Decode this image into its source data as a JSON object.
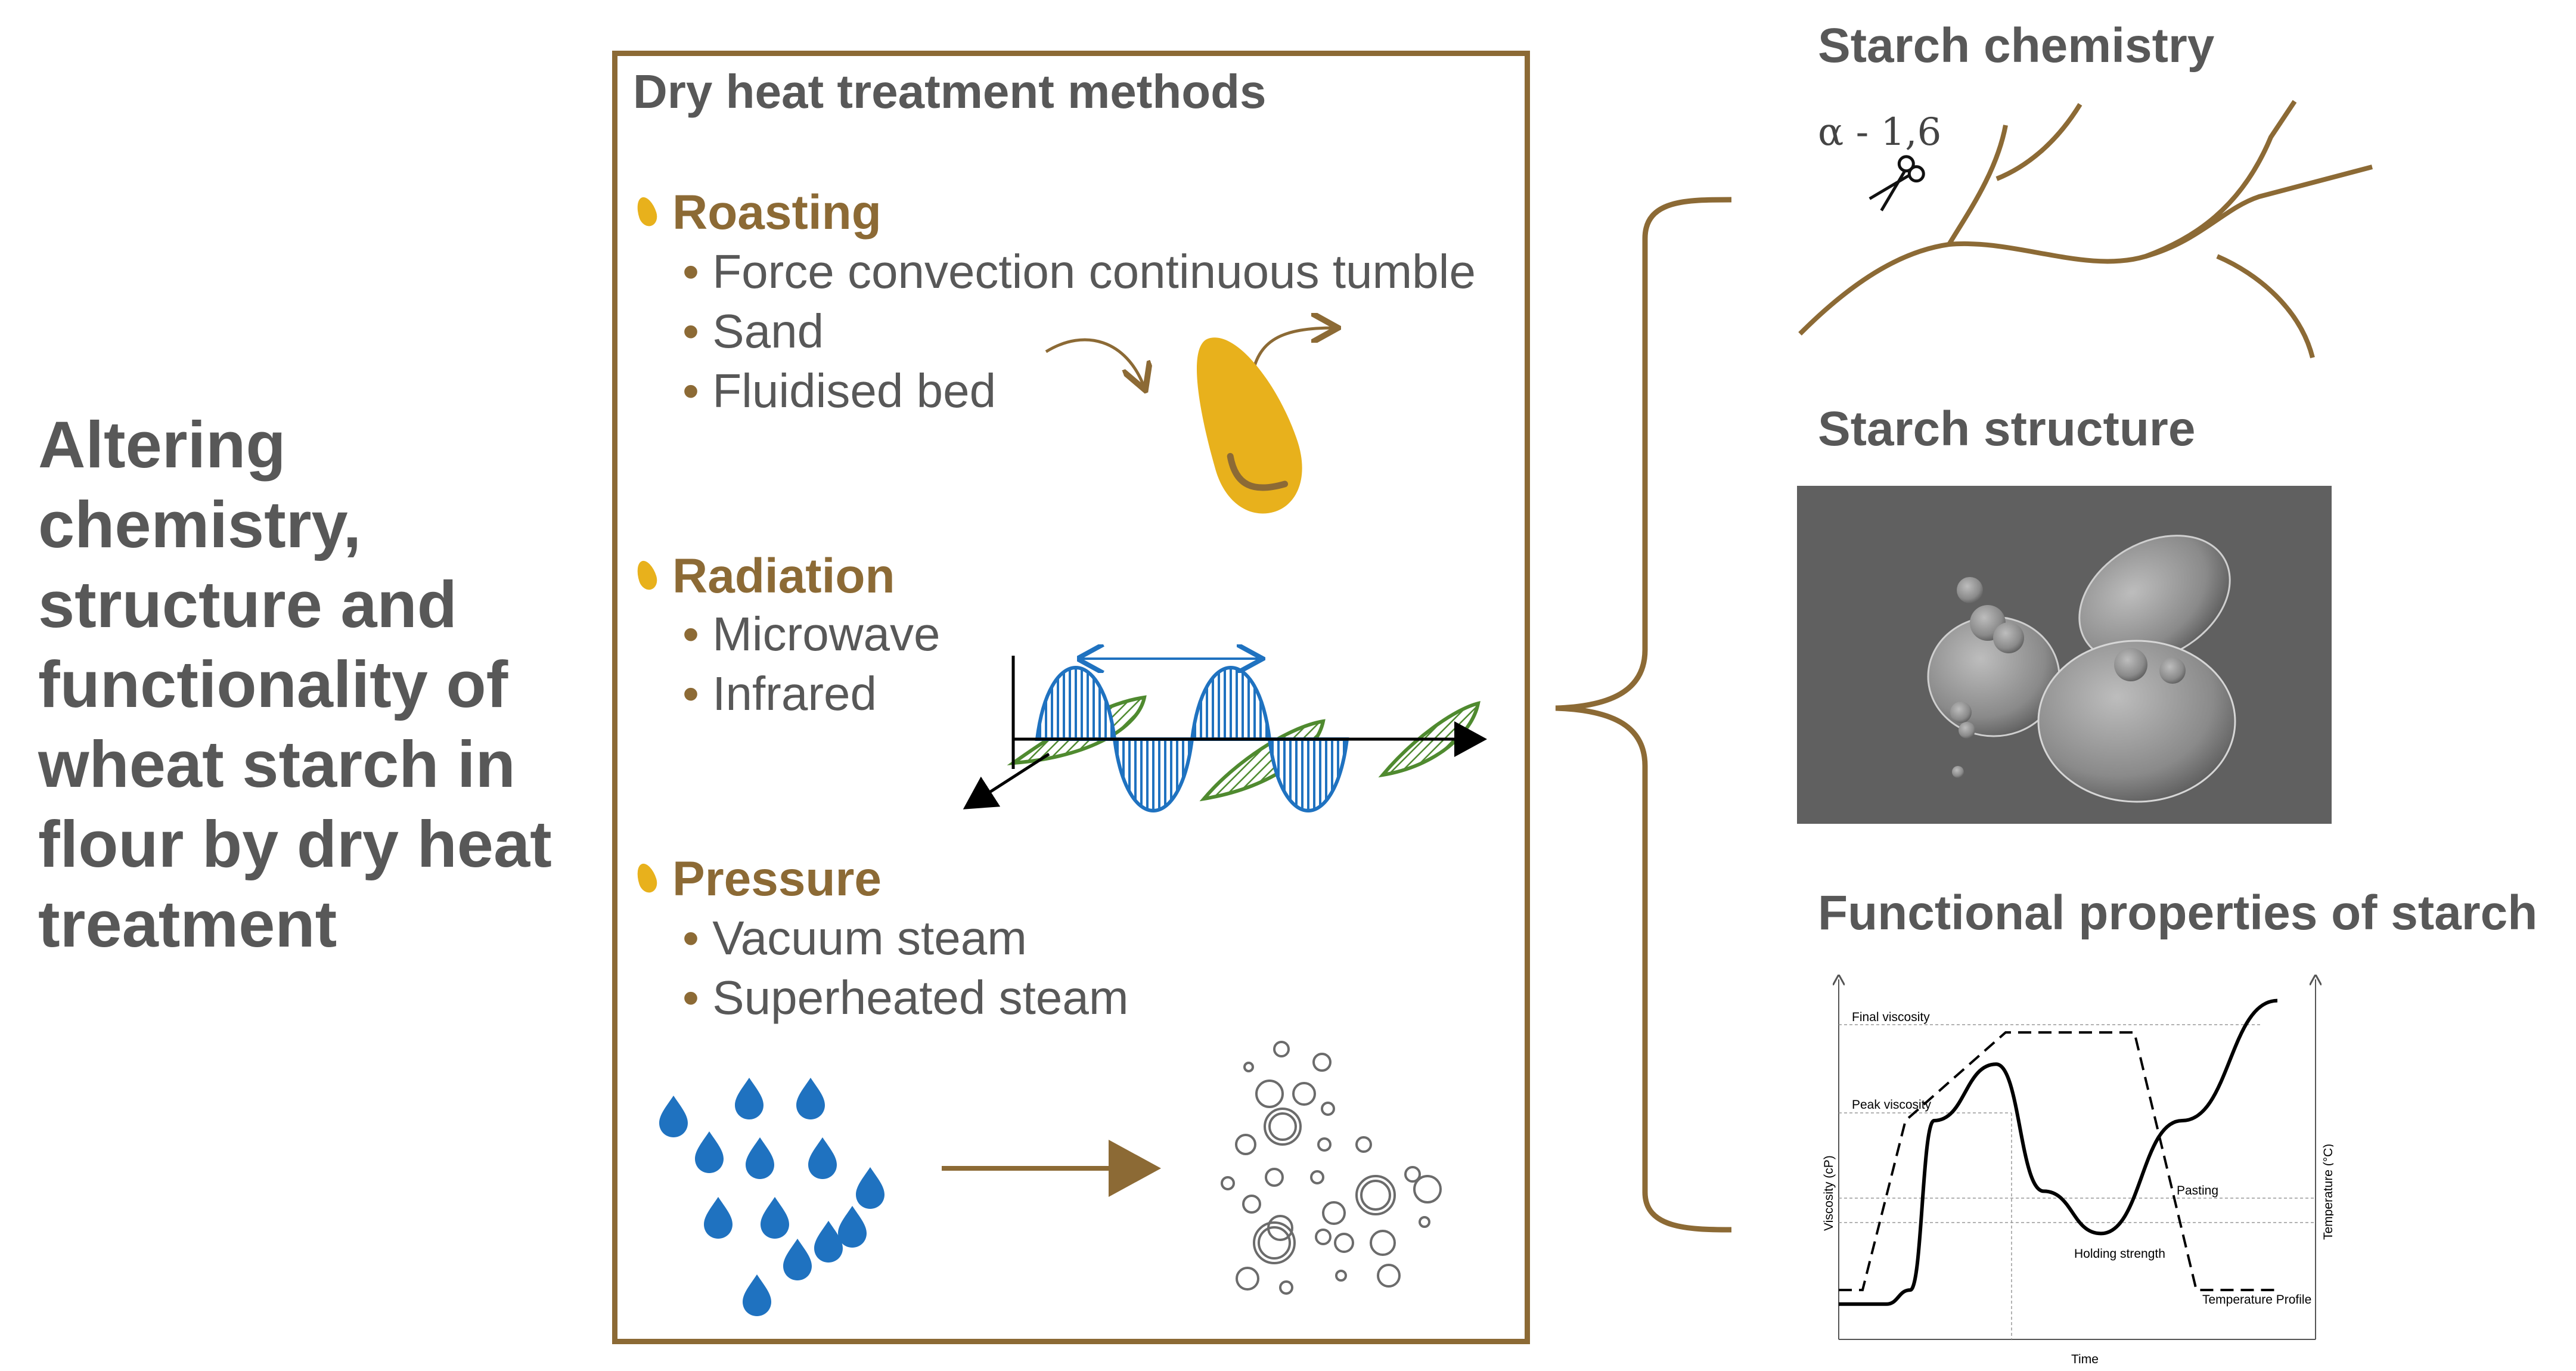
{
  "main_title": "Altering chemistry, structure and functionality of wheat starch in flour by dry heat treatment",
  "methods": {
    "heading": "Dry heat treatment methods",
    "categories": [
      {
        "name": "Roasting",
        "items": [
          "Force convection continuous tumble",
          "Sand",
          "Fluidised bed"
        ]
      },
      {
        "name": "Radiation",
        "items": [
          "Microwave",
          "Infrared"
        ]
      },
      {
        "name": "Pressure",
        "items": [
          "Vacuum steam",
          "Superheated steam"
        ]
      }
    ]
  },
  "right": {
    "chemistry_title": "Starch chemistry",
    "chemistry_bond_label": "α - 1,6",
    "structure_title": "Starch structure",
    "functional_title": "Functional properties of starch"
  },
  "chart_data": {
    "type": "line",
    "series": [
      {
        "name": "Viscosity",
        "values": [
          0.1,
          0.1,
          0.14,
          0.62,
          0.78,
          0.42,
          0.3,
          0.62,
          0.96
        ]
      },
      {
        "name": "Temperature Profile",
        "values": [
          0.14,
          0.14,
          0.62,
          0.87,
          0.87,
          0.87,
          0.14,
          0.14
        ]
      }
    ],
    "x": [],
    "xlabel": "Time",
    "ylabel": "Viscosity (cP)",
    "y2label": "Temperature (°C)",
    "annotations": [
      "Final viscosity",
      "Peak viscosity",
      "Pasting",
      "Holding strength",
      "Temperature Profile"
    ],
    "grid": false
  },
  "colors": {
    "accent": "#8c6a35",
    "text": "#585858",
    "seed": "#e8b11c",
    "wave_blue": "#1f72c0",
    "wave_green": "#4f8a2f",
    "drop": "#1f72c0"
  },
  "icons": [
    "wheat-grain-icon",
    "scissors-icon",
    "water-drop-icon",
    "bubble-icon",
    "arrow-icon"
  ]
}
